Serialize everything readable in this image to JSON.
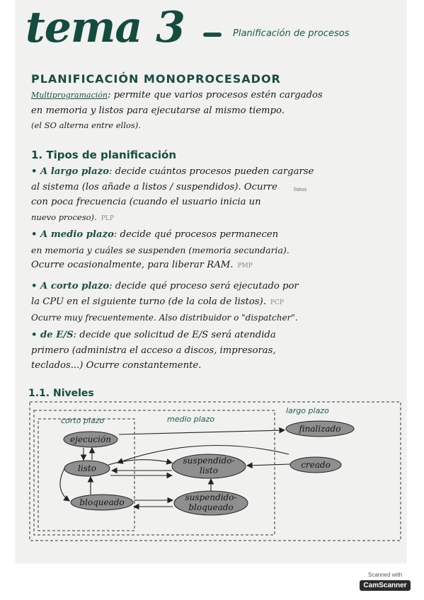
{
  "header": {
    "title": "tema 3",
    "subtitle": "Planificación de procesos"
  },
  "section": {
    "title": "PLANIFICACIÓN MONOPROCESADOR"
  },
  "multiprog": {
    "term": "Multiprogramación",
    "line1": ": permite que varios procesos estén cargados",
    "line2": "en memoria y listos para ejecutarse al mismo tiempo.",
    "line3": "(el SO alterna entre ellos)."
  },
  "tipos": {
    "title": "1. Tipos de planificación",
    "largo": {
      "label": "• A largo plazo",
      "line1": ": decide cuántos procesos pueden cargarse",
      "line2": "al sistema (los añade a listos / suspendidos). Ocurre",
      "line3": "con poca frecuencia (cuando el usuario inicia un",
      "line4": "nuevo proceso).",
      "abbr": "PLP",
      "note": "listos"
    },
    "medio": {
      "label": "• A medio plazo",
      "line1": ": decide qué procesos permanecen",
      "line2": "en memoria y cuáles se suspenden (memoria secundaria).",
      "line3": "Ocurre ocasionalmente, para liberar RAM.",
      "abbr": "PMP"
    },
    "corto": {
      "label": "• A corto plazo",
      "line1": ": decide qué proceso será ejecutado por",
      "line2": "la CPU en el siguiente turno (de la cola de listos).",
      "abbr": "PCP",
      "line3": "Ocurre muy frecuentemente. Also distribuidor o \"dispatcher\"."
    },
    "es": {
      "label": "• de E/S",
      "line1": ": decide que solicitud de E/S será atendida",
      "line2": "primero (administra el acceso a discos, impresoras,",
      "line3": "teclados...) Ocurre constantemente."
    }
  },
  "niveles": {
    "title": "1.1. Niveles",
    "col_corto": "corto plazo",
    "col_medio": "medio plazo",
    "col_largo": "largo plazo",
    "nodes": {
      "ejecucion": "ejecución",
      "listo": "listo",
      "bloqueado": "bloqueado",
      "susp_listo_1": "suspendido-",
      "susp_listo_2": "listo",
      "susp_bloq_1": "suspendido-",
      "susp_bloq_2": "bloqueado",
      "finalizado": "finalizado",
      "creado": "creado"
    }
  },
  "badge": {
    "line1": "Scanned with",
    "line2": "CamScanner"
  },
  "colors": {
    "accent": "#184d41",
    "node_fill": "#8f8f8f",
    "paper": "#f1f1ef"
  }
}
